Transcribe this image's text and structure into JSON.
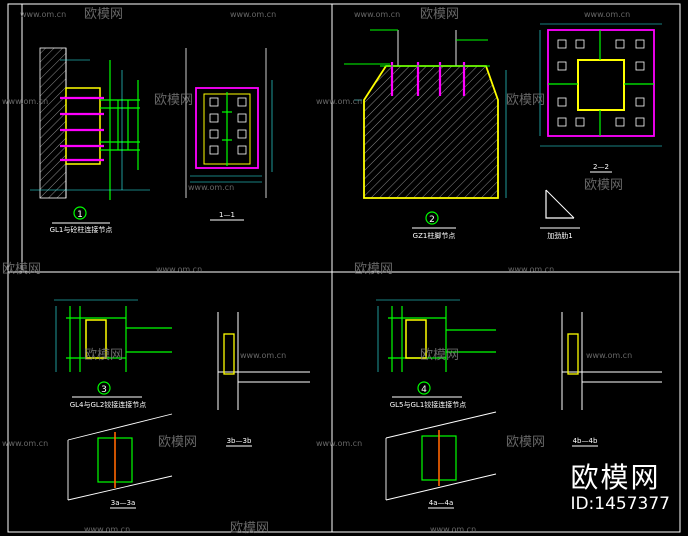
{
  "diagram": {
    "nodes": [
      {
        "id": "d1",
        "number": "1",
        "caption": "GL1与砼柱连接节点"
      },
      {
        "id": "d2",
        "number": "2",
        "caption": "GZ1柱脚节点"
      },
      {
        "id": "d3",
        "number": "3",
        "caption": "GL4与GL2铰接连接节点"
      },
      {
        "id": "d4",
        "number": "4",
        "caption": "GL5与GL1铰接连接节点"
      },
      {
        "id": "s11",
        "caption": "1—1"
      },
      {
        "id": "s22",
        "caption": "2—2"
      },
      {
        "id": "stiff",
        "caption": "加劲肋1"
      },
      {
        "id": "s3b",
        "caption": "3b—3b"
      },
      {
        "id": "s3a",
        "caption": "3a—3a"
      },
      {
        "id": "s4a",
        "caption": "4a—4a"
      },
      {
        "id": "s4b",
        "caption": "4b—4b"
      }
    ]
  },
  "colors": {
    "background": "#000000",
    "frame": "#ffffff",
    "steel": "#00ff00",
    "plate": "#ffff00",
    "bolt": "#ff00ff",
    "dimension": "#33ffff",
    "hatch": "#9a9a9a"
  },
  "watermark": {
    "site": "www.om.cn",
    "brand_small": "欧模网",
    "brand_large": "欧模网",
    "id_text": "ID:1457377"
  }
}
